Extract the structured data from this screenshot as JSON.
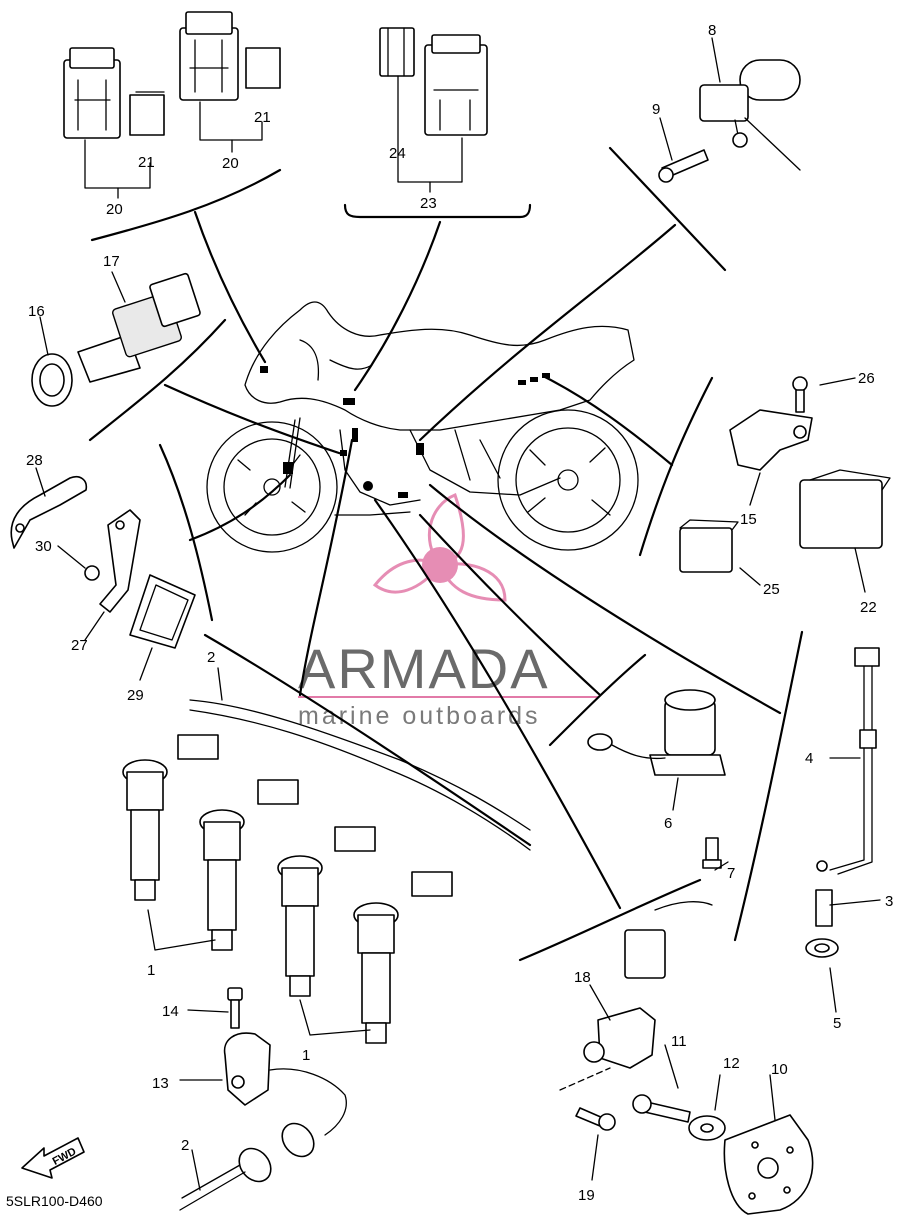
{
  "diagram_code": "5SLR100-D460",
  "fwd_label": "FWD",
  "watermark": {
    "title": "ARMADA",
    "subtitle": "marine outboards",
    "accent_color": "#e27aa8"
  },
  "callouts": {
    "c1a": "1",
    "c1b": "1",
    "c2a": "2",
    "c2b": "2",
    "c3": "3",
    "c4": "4",
    "c5": "5",
    "c6": "6",
    "c7": "7",
    "c8": "8",
    "c9": "9",
    "c10": "10",
    "c11": "11",
    "c12": "12",
    "c13": "13",
    "c14": "14",
    "c15": "15",
    "c16": "16",
    "c17": "17",
    "c18": "18",
    "c19": "19",
    "c20a": "20",
    "c20b": "20",
    "c21a": "21",
    "c21b": "21",
    "c22": "22",
    "c23": "23",
    "c24": "24",
    "c25": "25",
    "c26": "26",
    "c27": "27",
    "c28": "28",
    "c29": "29",
    "c30": "30"
  },
  "icons": [
    "fwd-arrow-icon",
    "propeller-logo-icon"
  ]
}
